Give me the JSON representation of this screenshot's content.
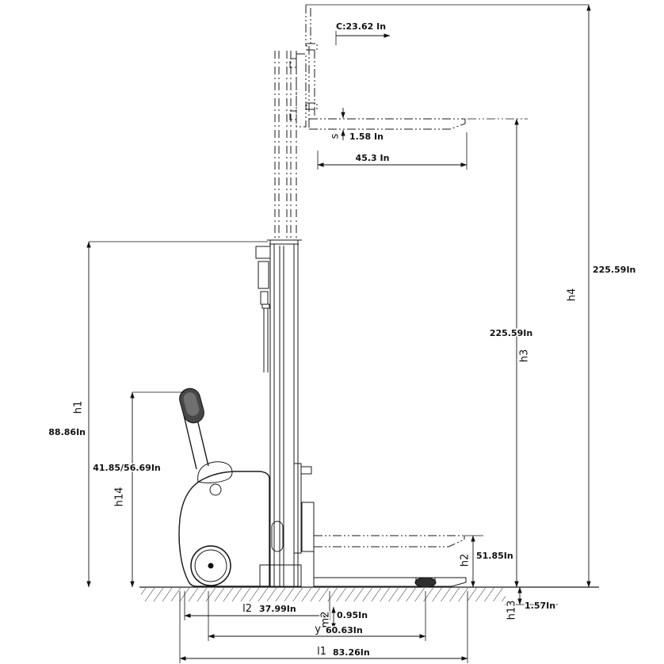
{
  "diagram": {
    "type": "technical-dimension-drawing",
    "subject": "electric-walkie-stacker-side-view",
    "colors": {
      "line": "#1a1a1a",
      "background": "#ffffff",
      "handle_fill": "#474747"
    },
    "labels": {
      "c": "C:23.62 In",
      "s_label": "s",
      "s_value": "1.58 In",
      "fork_length_value": "45.3 In",
      "h1_label": "h1",
      "h1_value": "88.86In",
      "h14_label": "h14",
      "h14_value": "41.85/56.69In",
      "h2_label": "h2",
      "h2_value": "51.85In",
      "h3_label": "h3",
      "h3_value": "225.59In",
      "h4_label": "h4",
      "h4_value": "225.59In",
      "h13_label": "h13",
      "h13_value": "1.57In",
      "l1_label": "l1",
      "l1_value": "83.26In",
      "l2_label": "l2",
      "l2_value": "37.99In",
      "m2_label": "m2",
      "m2_value": "0.95In",
      "y_label": "y",
      "y_value": "60.63In"
    }
  }
}
